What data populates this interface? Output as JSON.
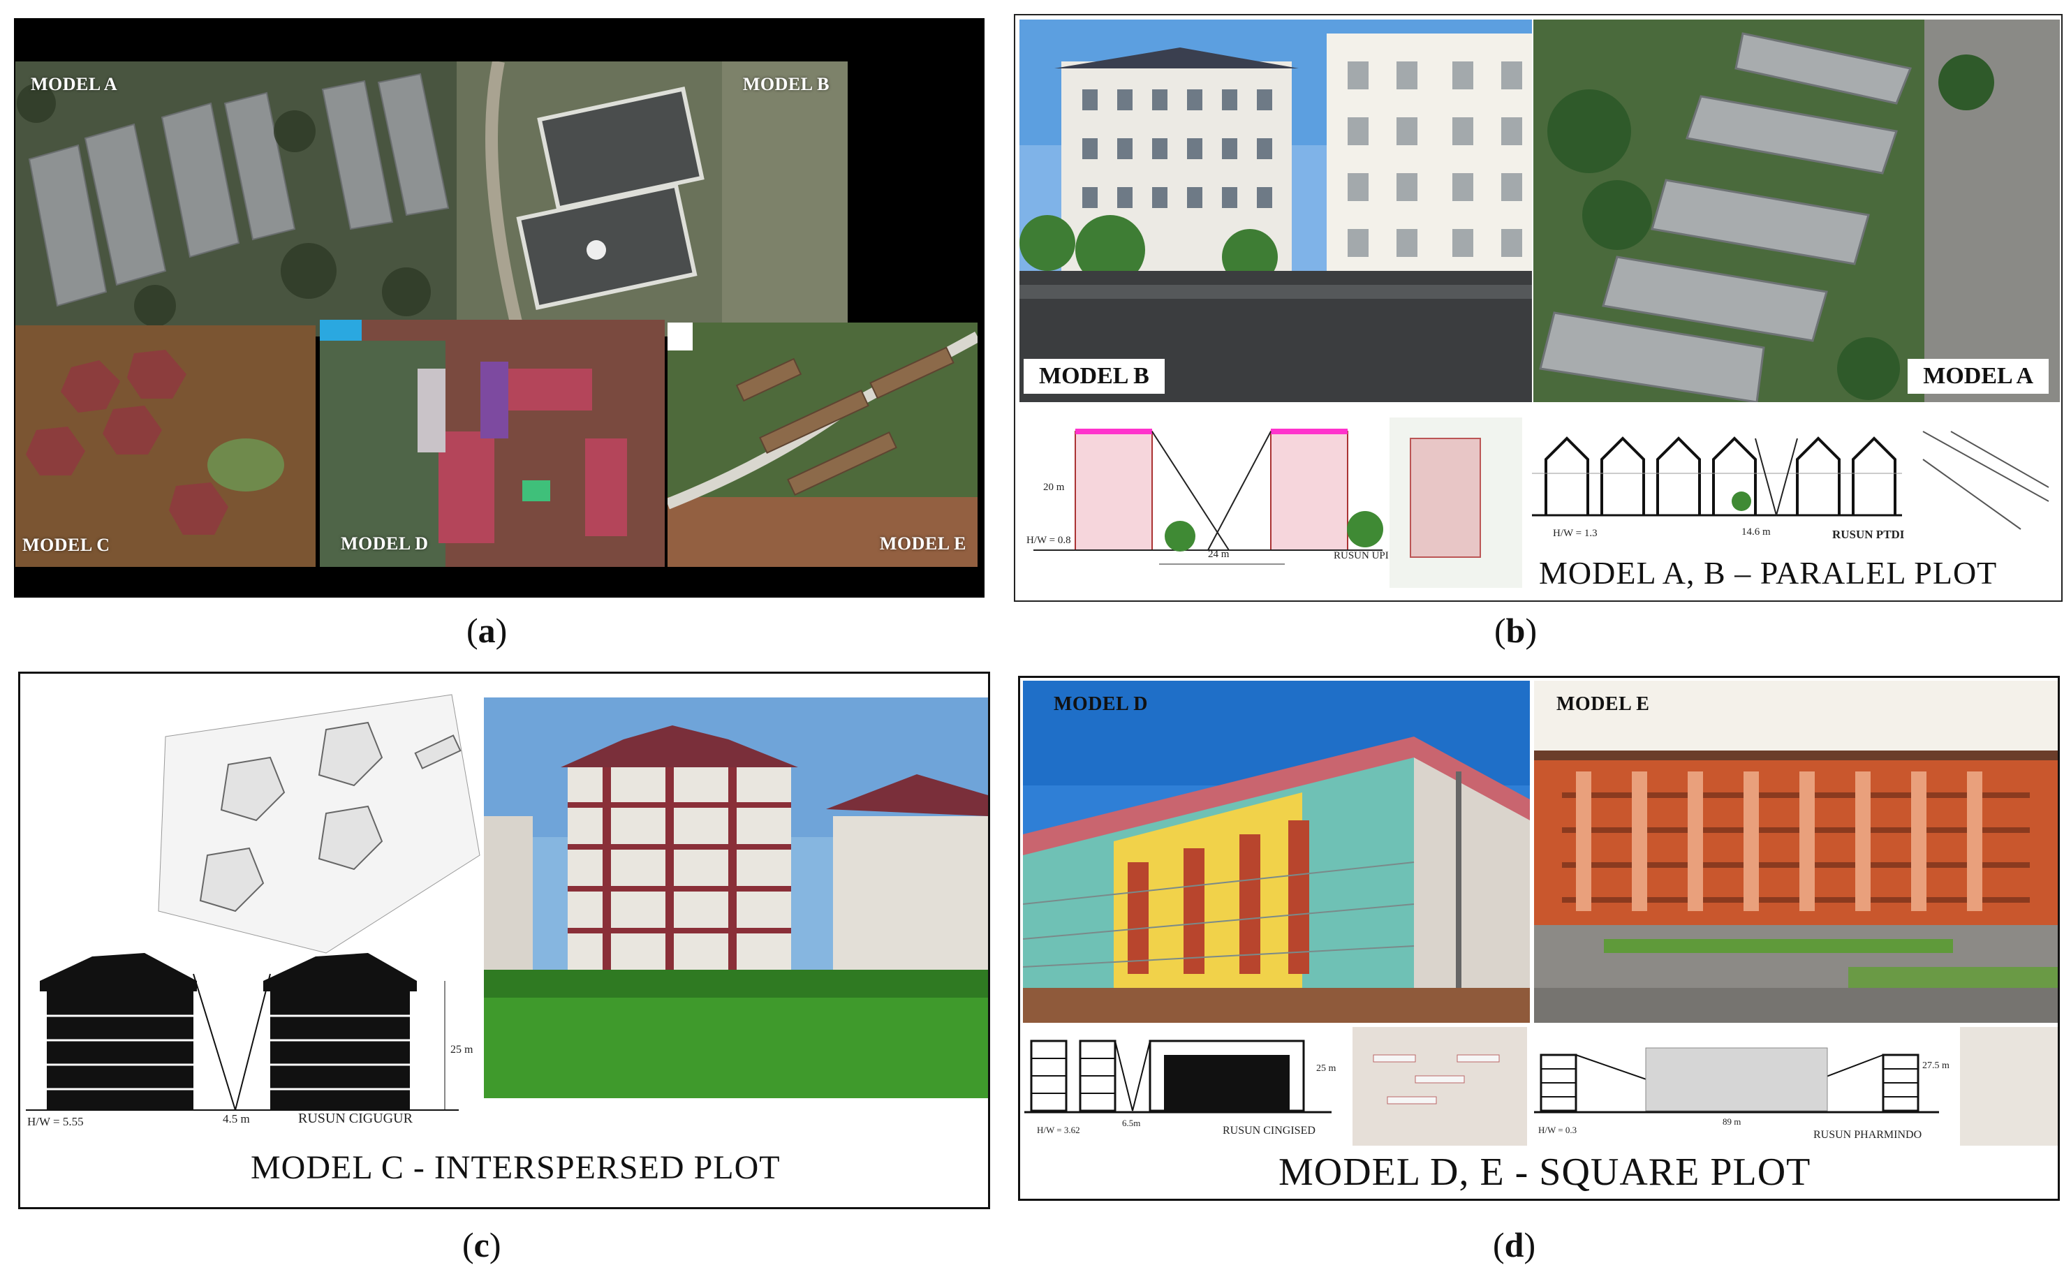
{
  "panel_a": {
    "caption_open": "(",
    "caption_letter": "a",
    "caption_close": ")",
    "labels": {
      "model_a": "MODEL A",
      "model_b": "MODEL B",
      "model_c": "MODEL C",
      "model_d": "MODEL D",
      "model_e": "MODEL E"
    }
  },
  "panel_b": {
    "caption_open": "(",
    "caption_letter": "b",
    "caption_close": ")",
    "photo_labels": {
      "model_b": "MODEL B",
      "model_a": "MODEL A"
    },
    "left_drawing": {
      "height": "20 m",
      "ratio": "H/W = 0.8",
      "width": "24 m",
      "name": "RUSUN UPI"
    },
    "right_drawing": {
      "ratio": "H/W = 1.3",
      "width": "14.6 m",
      "name": "RUSUN PTDI"
    },
    "title": "MODEL A, B – PARALEL PLOT"
  },
  "panel_c": {
    "caption_open": "(",
    "caption_letter": "c",
    "caption_close": ")",
    "drawing": {
      "height": "25 m",
      "ratio": "H/W = 5.55",
      "width": "4.5 m",
      "name": "RUSUN CIGUGUR"
    },
    "title": "MODEL C - INTERSPERSED PLOT"
  },
  "panel_d": {
    "caption_open": "(",
    "caption_letter": "d",
    "caption_close": ")",
    "photo_labels": {
      "model_d": "MODEL D",
      "model_e": "MODEL E"
    },
    "left_drawing": {
      "height": "25 m",
      "ratio": "H/W = 3.62",
      "width": "6.5m",
      "name": "RUSUN CINGISED"
    },
    "right_drawing": {
      "height": "27.5 m",
      "ratio": "H/W = 0.3",
      "width": "89 m",
      "name": "RUSUN PHARMINDO"
    },
    "title": "MODEL D, E - SQUARE PLOT"
  }
}
